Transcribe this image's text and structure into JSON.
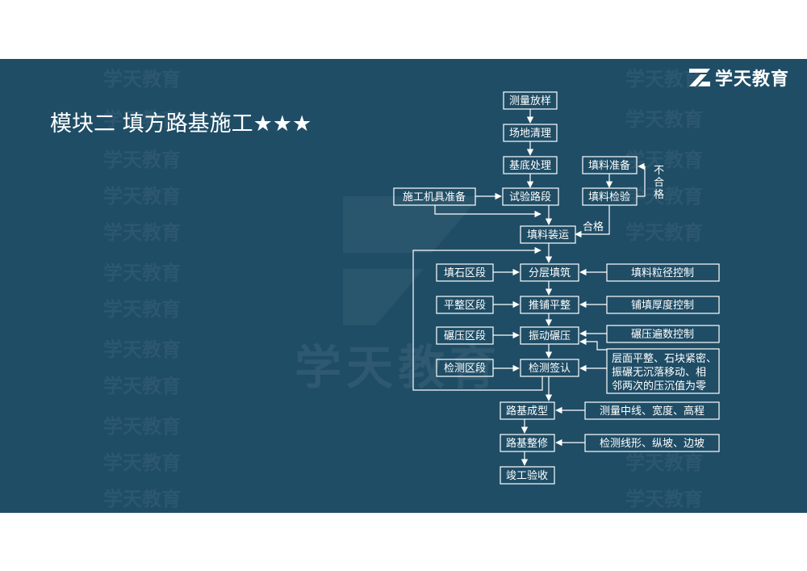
{
  "title": "模块二  填方路基施工★★★",
  "brand": {
    "name": "学天教育",
    "watermark": "学天教育"
  },
  "colors": {
    "background": "#1f4d66",
    "foreground": "#ffffff",
    "page": "#ffffff"
  },
  "diagram": {
    "nodes": {
      "survey": "测量放样",
      "clearing": "场地清理",
      "base": "基底处理",
      "trial": "试验路段",
      "machinery": "施工机具准备",
      "fill_prep": "填料准备",
      "fill_test": "填料检验",
      "transport": "填料装运",
      "layer_fill": "分层填筑",
      "spread": "推铺平整",
      "roll": "振动碾压",
      "inspect": "检测签认",
      "zone_fill": "填石区段",
      "zone_level": "平整区段",
      "zone_roll": "碾压区段",
      "zone_check": "检测区段",
      "ctrl_size": "填料粒径控制",
      "ctrl_thick": "铺填厚度控制",
      "ctrl_passes": "碾压遍数控制",
      "ctrl_quality_1": "层面平整、石块紧密、",
      "ctrl_quality_2": "振碾无沉落移动、相",
      "ctrl_quality_3": "邻两次的压沉值为零",
      "forming": "路基成型",
      "ctrl_forming": "测量中线、宽度、高程",
      "trimming": "路基整修",
      "ctrl_trimming": "检测线形、纵坡、边坡",
      "acceptance": "竣工验收"
    },
    "labels": {
      "fail_1": "不",
      "fail_2": "合",
      "fail_3": "格",
      "pass": "合格"
    }
  }
}
